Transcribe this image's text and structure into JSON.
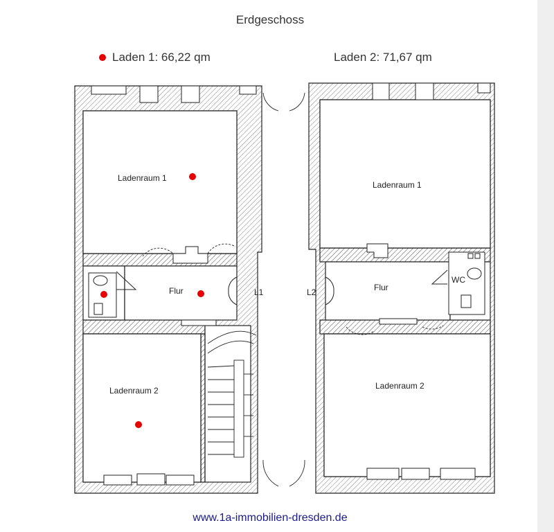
{
  "title": "Erdgeschoss",
  "units": {
    "laden1": "Laden 1: 66,22 qm",
    "laden2": "Laden 2: 71,67 qm"
  },
  "rooms": {
    "left_shop_room_1": "Ladenraum 1",
    "left_hall": "Flur",
    "left_shop_room_2": "Ladenraum 2",
    "l1": "L1",
    "l2": "L2",
    "right_shop_room_1": "Ladenraum 1",
    "right_hall": "Flur",
    "wc": "WC",
    "right_shop_room_2": "Ladenraum  2"
  },
  "footer": "www.1a-immobilien-dresden.de",
  "colors": {
    "marker": "#e60000",
    "wall": "#222222",
    "footer_link": "#1a1a8c"
  }
}
